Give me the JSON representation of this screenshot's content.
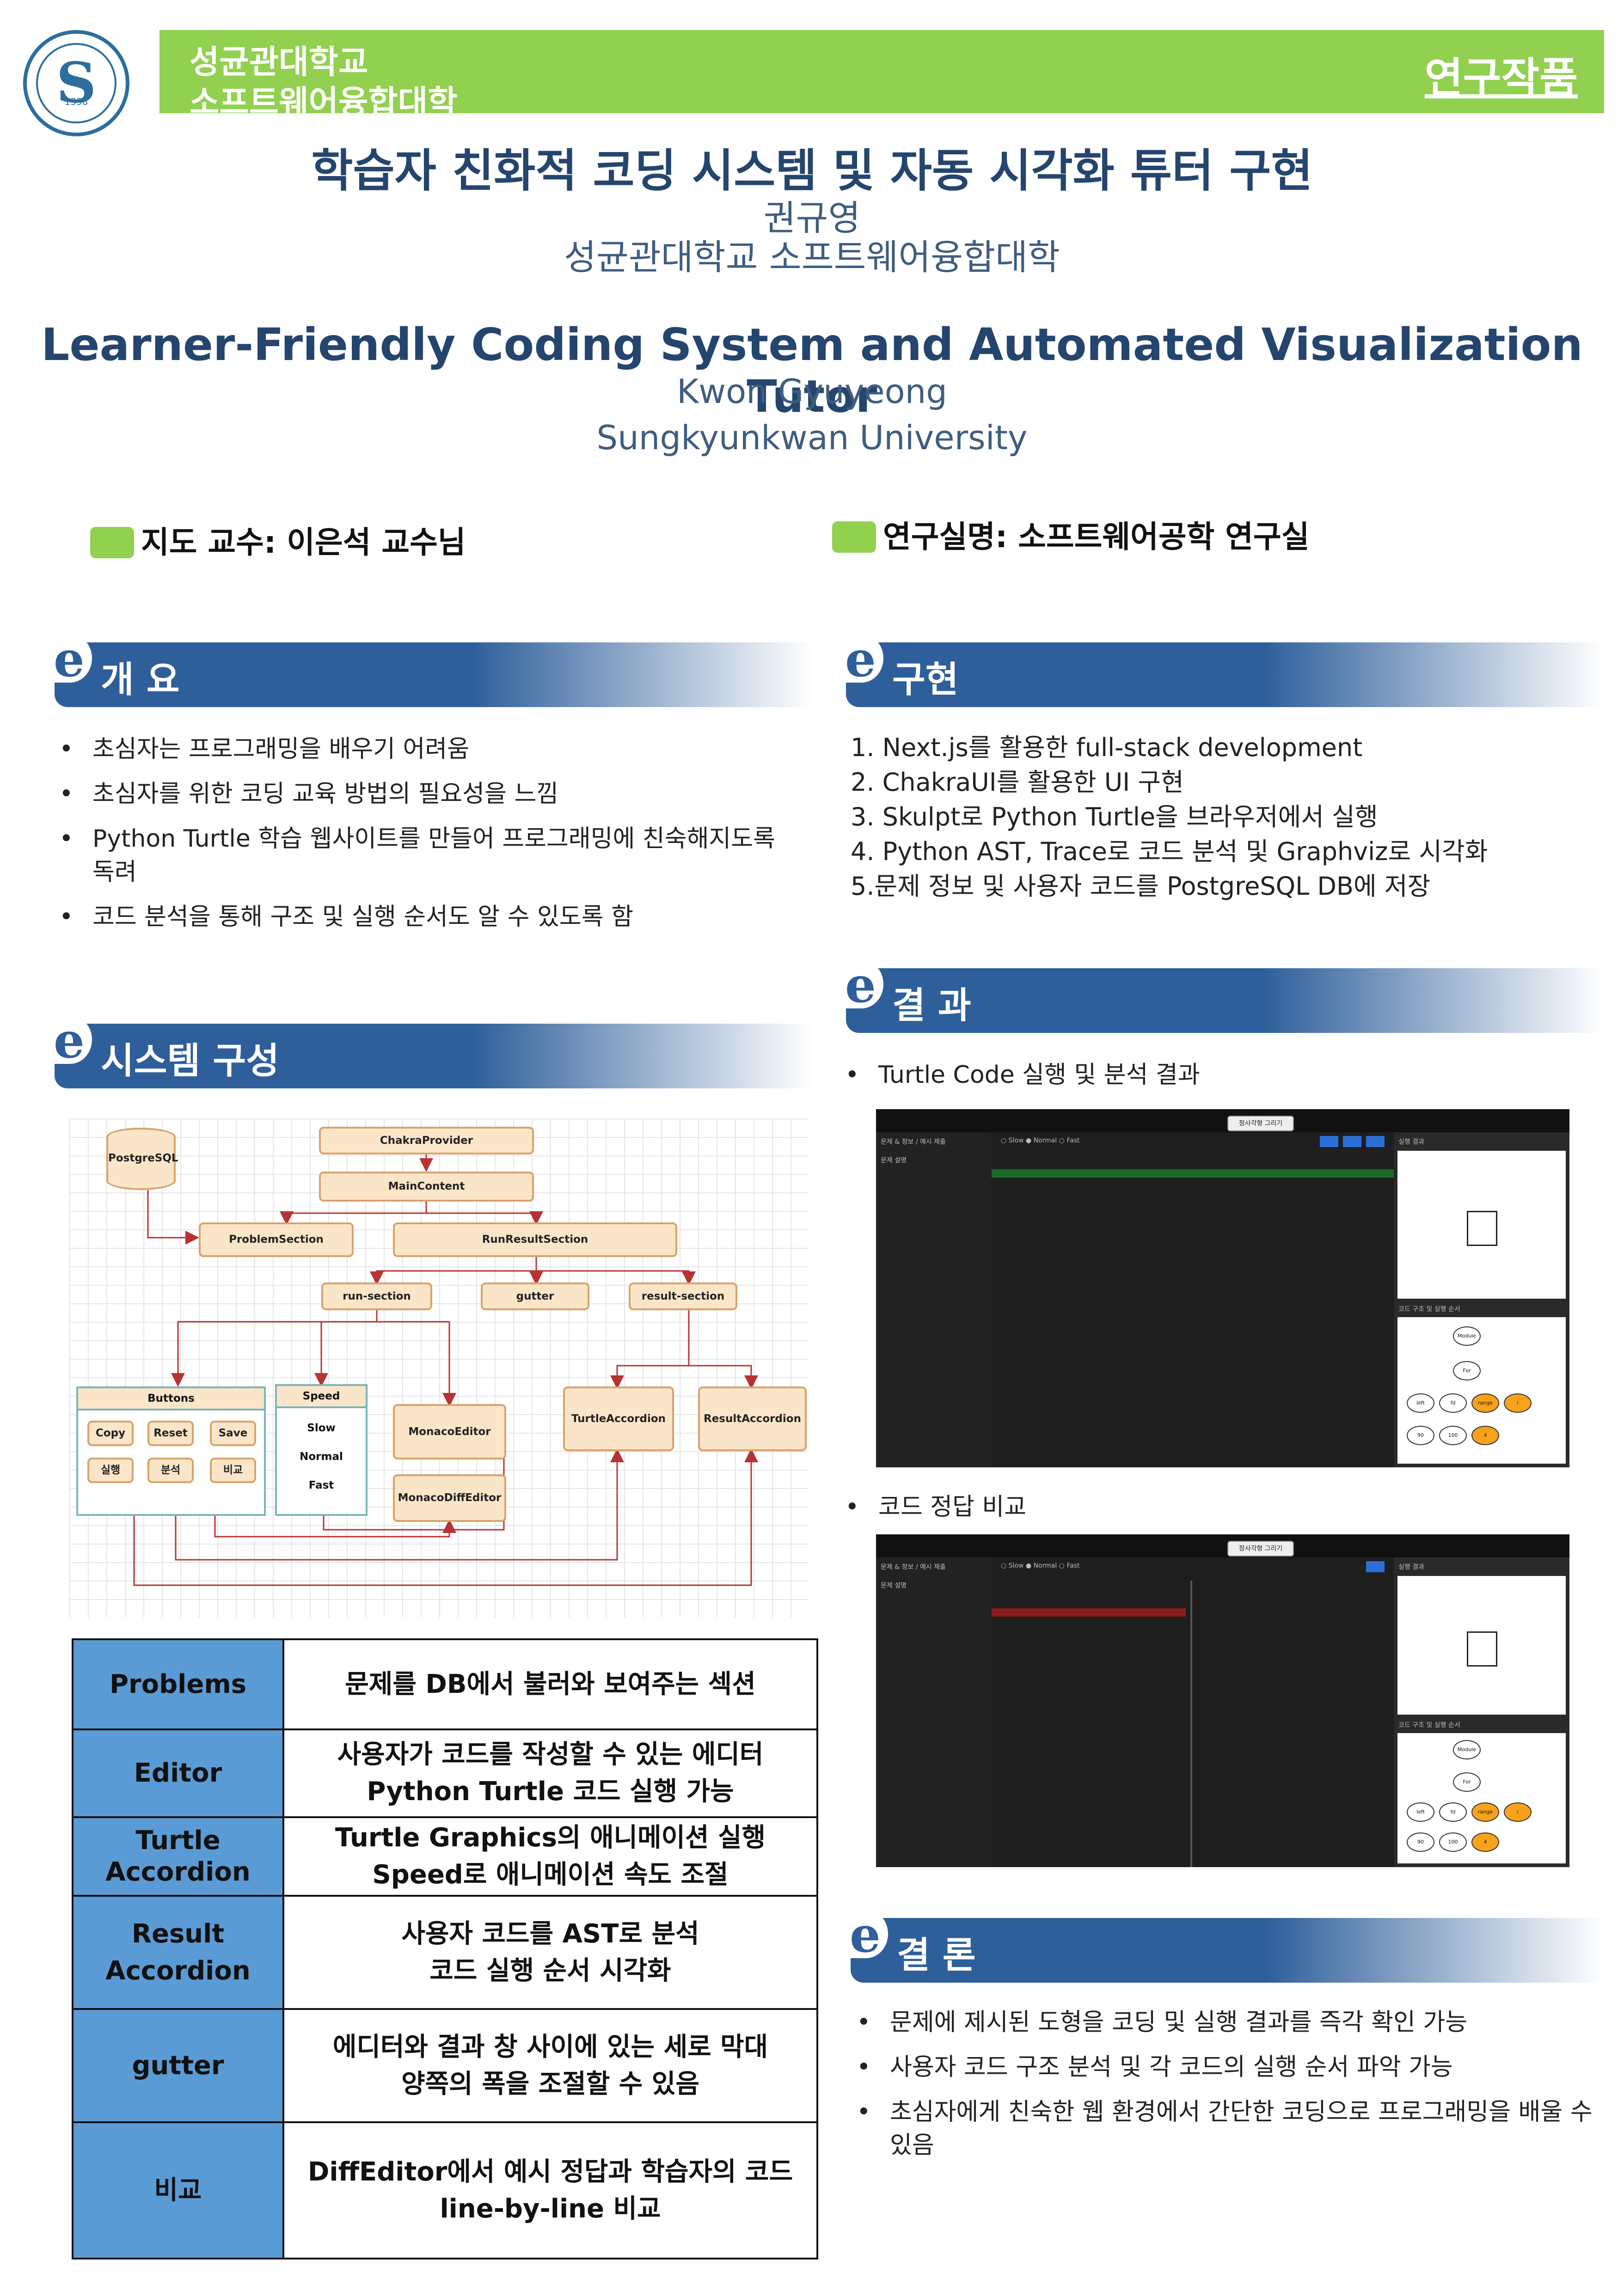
{
  "header": {
    "logo_initial": "S",
    "logo_year": "1398",
    "school_line1": "성균관대학교",
    "school_line2": "소프트웨어융합대학",
    "award": "연구작품"
  },
  "title": {
    "ko": "학습자 친화적 코딩 시스템 및 자동 시각화 튜터 구현",
    "author_ko": "권규영",
    "affiliation_ko": "성균관대학교 소프트웨어융합대학",
    "en": "Learner-Friendly Coding System and Automated Visualization Tutor",
    "author_en": "Kwon Gyuyeong",
    "affiliation_en": "Sungkyunkwan University"
  },
  "meta": {
    "advisor": "지도 교수:  이은석 교수님",
    "lab": "연구실명:  소프트웨어공학 연구실"
  },
  "overview": {
    "heading": "개 요",
    "items": [
      "초심자는 프로그래밍을 배우기 어려움",
      "초심자를 위한 코딩 교육 방법의 필요성을 느낌",
      "Python Turtle 학습 웹사이트를 만들어 프로그래밍에 친숙해지도록 독려",
      "코드 분석을 통해 구조 및 실행 순서도 알 수 있도록 함"
    ]
  },
  "system": {
    "heading": "시스템 구성",
    "diagram": {
      "postgres": "PostgreSQL",
      "chakra": "ChakraProvider",
      "main": "MainContent",
      "problem": "ProblemSection",
      "runresult": "RunResultSection",
      "run": "run-section",
      "gutter": "gutter",
      "result": "result-section",
      "buttons": "Buttons",
      "btn_copy": "Copy",
      "btn_reset": "Reset",
      "btn_save": "Save",
      "btn_run": "실행",
      "btn_analyze": "분석",
      "btn_compare": "비교",
      "speed": "Speed",
      "slow": "Slow",
      "normal": "Normal",
      "fast": "Fast",
      "monaco": "MonacoEditor",
      "monacodiff": "MonacoDiffEditor",
      "turtle_acc": "TurtleAccordion",
      "result_acc": "ResultAccordion"
    },
    "table": [
      {
        "key": "Problems",
        "lines": [
          "문제를 DB에서 불러와 보여주는 섹션"
        ]
      },
      {
        "key": "Editor",
        "lines": [
          "사용자가 코드를 작성할 수 있는 에디터",
          "Python Turtle 코드 실행 가능"
        ]
      },
      {
        "key": "Turtle Accordion",
        "lines": [
          "Turtle Graphics의 애니메이션 실행",
          "Speed로 애니메이션 속도 조절"
        ]
      },
      {
        "key": "Result Accordion",
        "lines": [
          "사용자 코드를 AST로 분석",
          "코드 실행 순서 시각화"
        ]
      },
      {
        "key": "gutter",
        "lines": [
          "에디터와 결과 창 사이에 있는 세로 막대",
          "양쪽의 폭을 조절할 수 있음"
        ]
      },
      {
        "key": "비교",
        "lines": [
          "DiffEditor에서 예시 정답과 학습자의 코드",
          "line-by-line 비교"
        ]
      }
    ]
  },
  "implementation": {
    "heading": "구현",
    "items": [
      "1. Next.js를 활용한 full-stack development",
      "2. ChakraUI를 활용한 UI 구현",
      "3. Skulpt로 Python Turtle을 브라우저에서 실행",
      "4. Python AST, Trace로 코드 분석 및 Graphviz로 시각화",
      "5.문제 정보 및 사용자 코드를 PostgreSQL DB에 저장"
    ]
  },
  "results": {
    "heading": "결 과",
    "item1": "Turtle Code 실행 및 분석 결과",
    "item2": "코드 정답 비교",
    "shot": {
      "dropdown": "정사각형 그리기",
      "panel_left": "문제 & 정보 / 예시 제출",
      "desc_label": "문제 설명",
      "speed_opts": "○ Slow  ● Normal  ○ Fast",
      "run_label": "실행 결과",
      "graph_label": "코드 구조 및 실행 순서",
      "node_top": "Module",
      "node_for": "For",
      "node_a": "left",
      "node_b": "fd",
      "node_c": "range",
      "node_d": "i",
      "node_e": "90",
      "node_f": "100",
      "node_g": "4"
    }
  },
  "conclusion": {
    "heading": "결 론",
    "items": [
      "문제에 제시된 도형을 코딩 및 실행 결과를 즉각 확인 가능",
      "사용자 코드 구조 분석 및 각 코드의 실행 순서 파악 가능",
      "초심자에게 친숙한 웹 환경에서 간단한 코딩으로 프로그래밍을 배울 수 있음"
    ]
  }
}
